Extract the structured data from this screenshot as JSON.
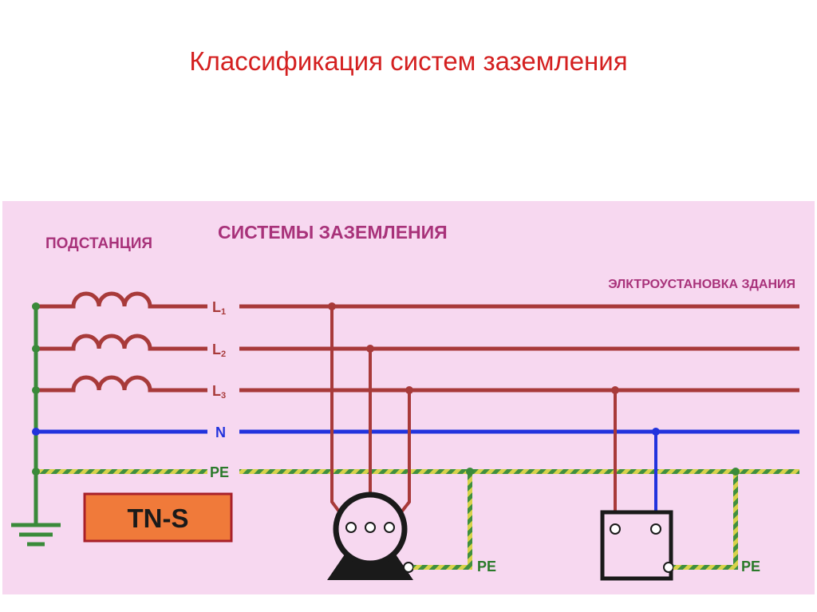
{
  "slide": {
    "title": "Классификация систем заземления"
  },
  "diagram": {
    "heading": "СИСТЕМЫ ЗАЗЕМЛЕНИЯ",
    "substation_label": "ПОДСТАНЦИЯ",
    "building_label": "ЭЛКТРОУСТАНОВКА ЗДАНИЯ",
    "system_type": "TN-S",
    "conductors": [
      {
        "name": "L",
        "sub": "1"
      },
      {
        "name": "L",
        "sub": "2"
      },
      {
        "name": "L",
        "sub": "3"
      },
      {
        "name": "N",
        "sub": ""
      },
      {
        "name": "PE",
        "sub": ""
      }
    ],
    "motor_pe_label": "PE",
    "load_pe_label": "PE",
    "colors": {
      "background": "#f7d8f0",
      "phase": "#a83a3a",
      "neutral": "#2233dd",
      "pe_green": "#3f8f3f",
      "pe_yellow": "#d8d24a",
      "label": "#a8327a",
      "badge_fill": "#f07a3a"
    }
  }
}
